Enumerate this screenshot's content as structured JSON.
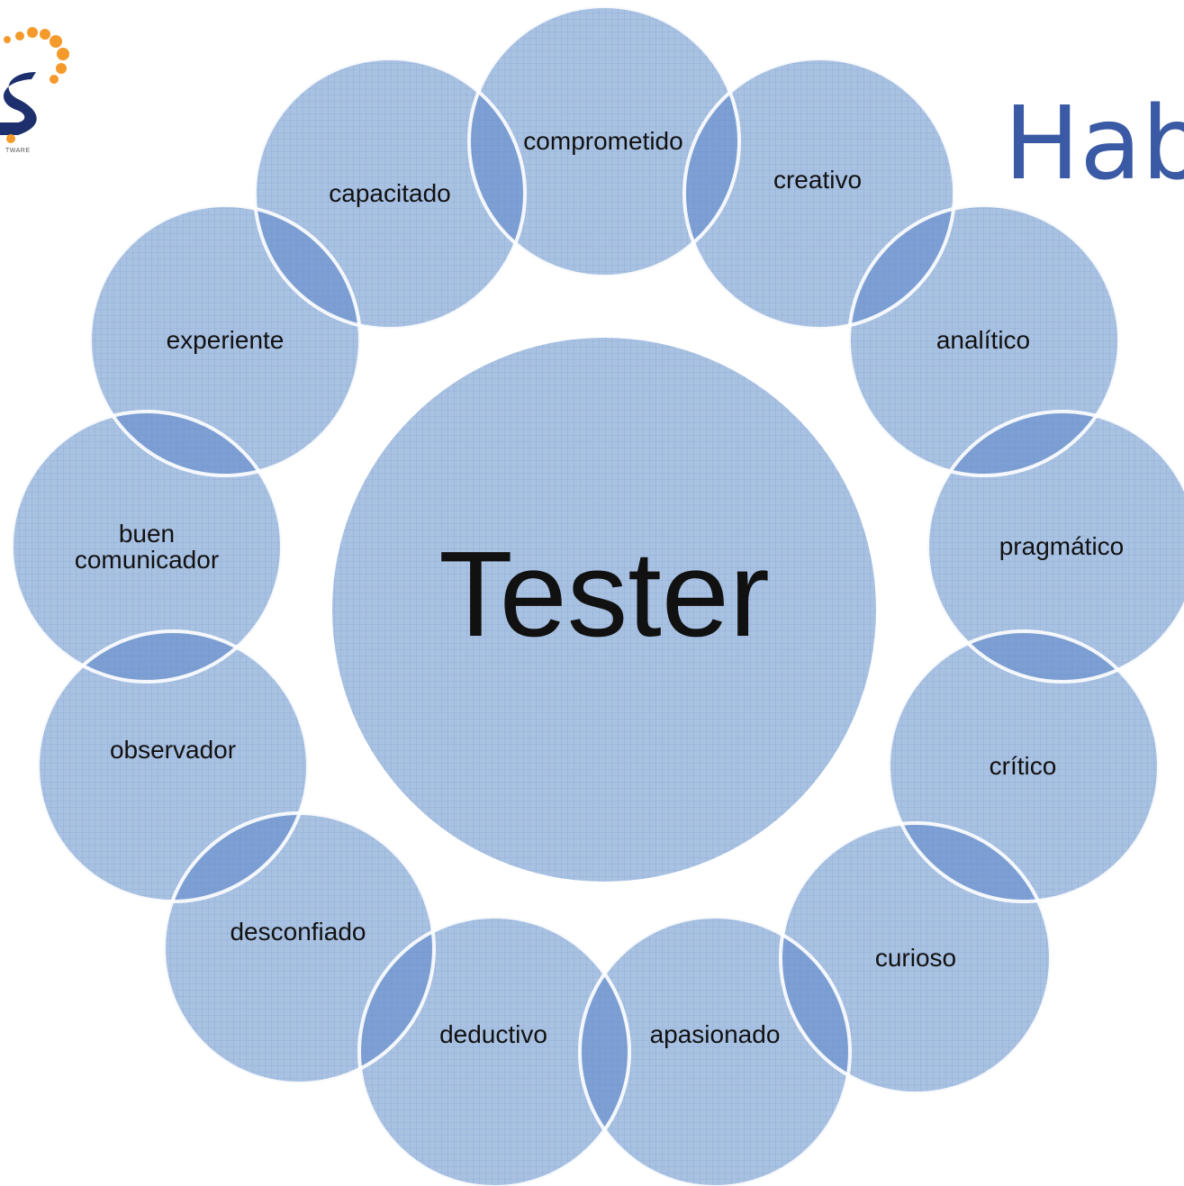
{
  "title": "Hab",
  "logo": {
    "caption": "TWARE"
  },
  "center": {
    "label": "Tester"
  },
  "satellites": [
    {
      "label": "comprometido"
    },
    {
      "label": "creativo"
    },
    {
      "label": "analítico"
    },
    {
      "label": "pragmático"
    },
    {
      "label": "crítico"
    },
    {
      "label": "curioso"
    },
    {
      "label": "apasionado"
    },
    {
      "label": "deductivo"
    },
    {
      "label": "desconfiado"
    },
    {
      "label": "observador"
    },
    {
      "label": "buen comunicador"
    },
    {
      "label": "experiente"
    },
    {
      "label": "capacitado"
    }
  ],
  "colors": {
    "fill": "#a9c2e2",
    "grid": "#7f9dd1",
    "overlap": "#5a84c6",
    "title": "#3a5aa5",
    "logo_orange": "#f39a2b",
    "logo_navy": "#1e2f6d"
  }
}
